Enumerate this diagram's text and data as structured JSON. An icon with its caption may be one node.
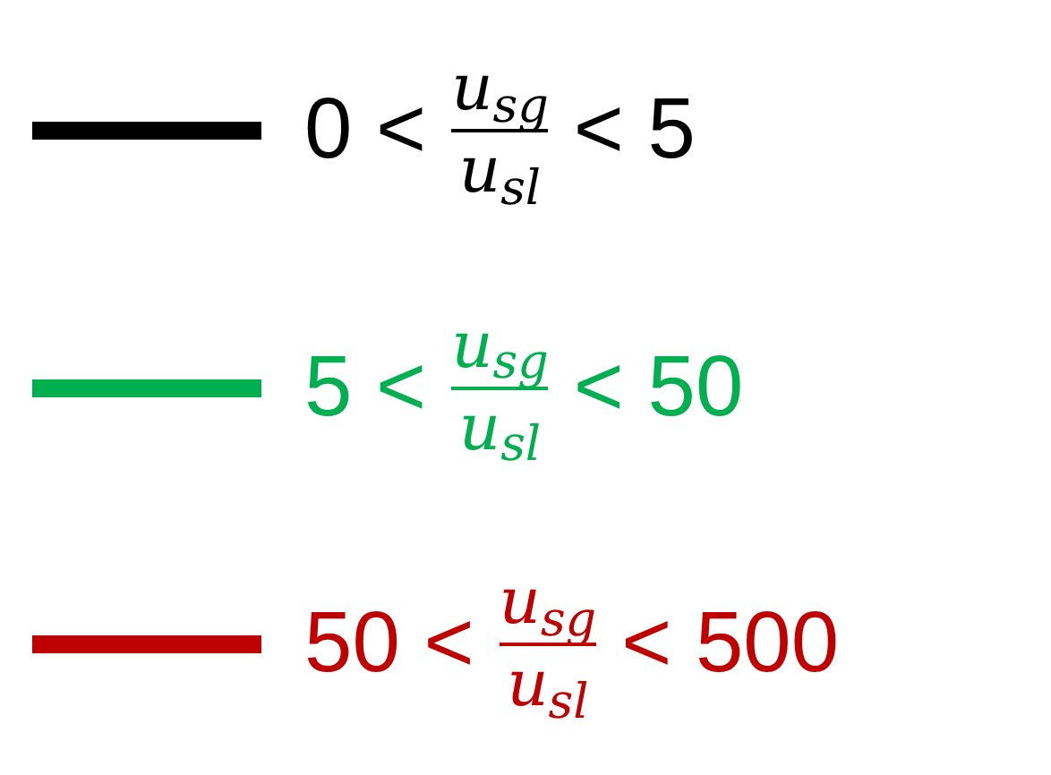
{
  "diagram": {
    "legend": [
      {
        "text": "0 < u$_{sg}$ u$_{sl}$ < 5",
        "color": "#000000"
      },
      {
        "text": "5 < u$_{sg}$ u$_{sl}$ < 50",
        "color": "#00b050"
      },
      {
        "text": "50 < u$_{sg}$ u$_{sl}$ < 500",
        "color": "#c00000"
      }
    ]
  }
}
